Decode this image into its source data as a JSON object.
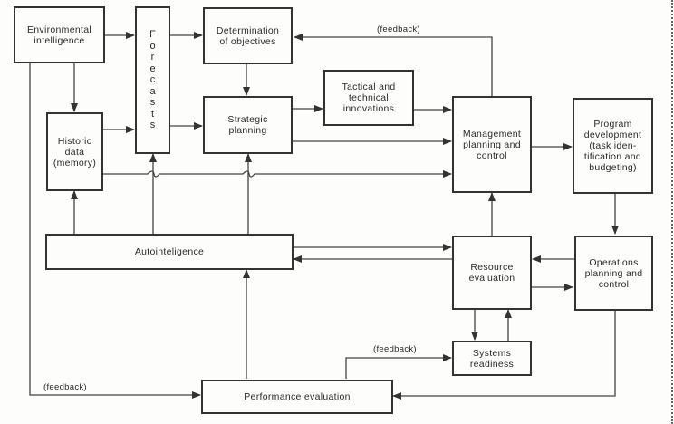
{
  "nodes": {
    "env": "Environmental\nintelligence",
    "forecasts": "Forecasts",
    "objectives": "Determination\nof objectives",
    "historic": "Historic\ndata\n(memory)",
    "strategic": "Strategic\nplanning",
    "tactical": "Tactical and\ntechnical\ninnovations",
    "management": "Management\nplanning and\ncontrol",
    "program": "Program\ndevelopment\n(task iden-\ntification and\nbudgeting)",
    "autointel": "Autointeligence",
    "resource": "Resource\nevaluation",
    "operations": "Operations\nplanning and\ncontrol",
    "readiness": "Systems\nreadiness",
    "performance": "Performance evaluation"
  },
  "labels": {
    "feedback_top": "(feedback)",
    "feedback_mid": "(feedback)",
    "feedback_left": "(feedback)"
  }
}
